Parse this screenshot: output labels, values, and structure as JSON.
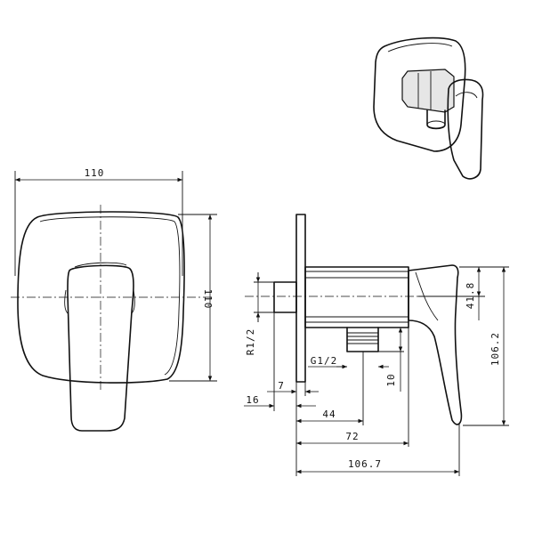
{
  "dimensions": {
    "front_width": "110",
    "front_height": "110",
    "thread_r": "R1/2",
    "thread_g": "G1/2",
    "d7": "7",
    "d16": "16",
    "d10": "10",
    "d44": "44",
    "d72": "72",
    "d106_7": "106.7",
    "d41_8": "41.8",
    "d106_2": "106.2"
  },
  "colors": {
    "ink": "#111111",
    "background": "#ffffff"
  }
}
